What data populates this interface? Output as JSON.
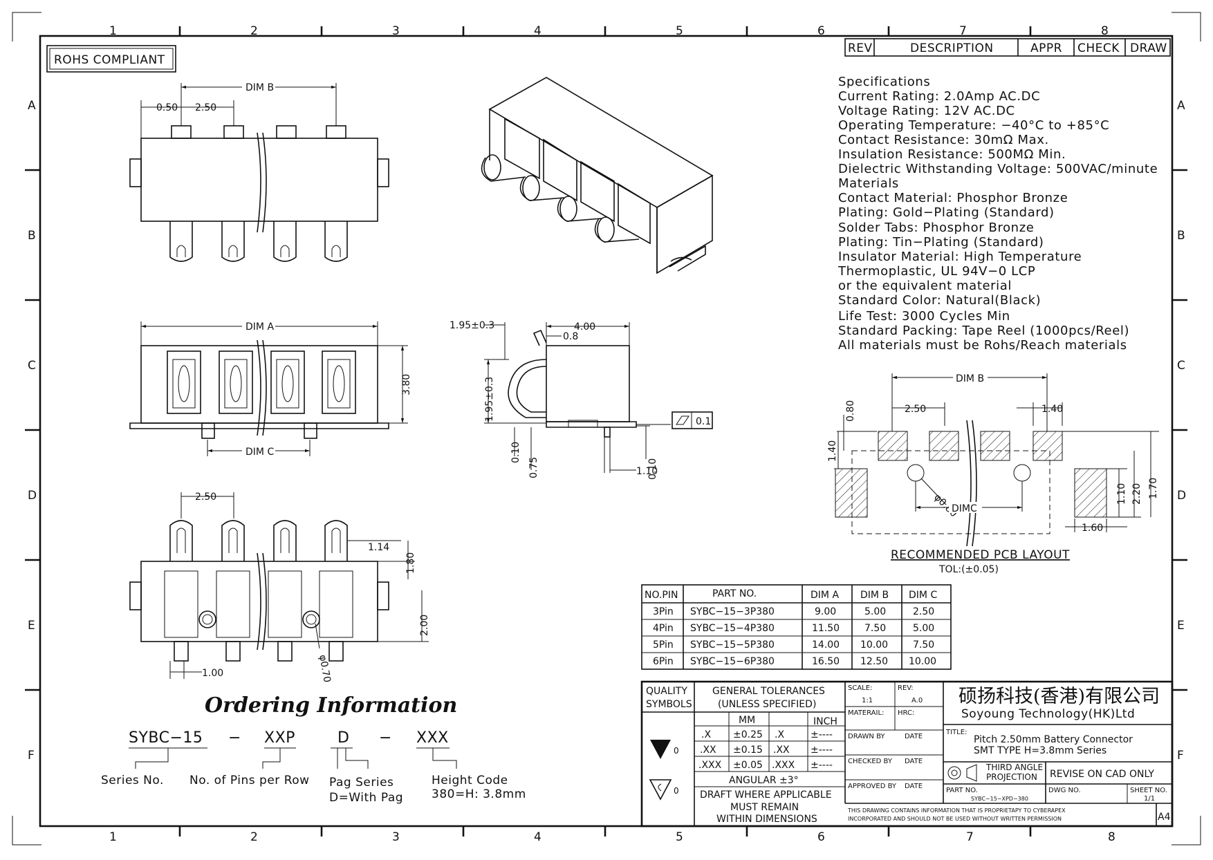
{
  "drawing": {
    "rohs_label": "ROHS COMPLIANT",
    "grid_columns": [
      "1",
      "2",
      "3",
      "4",
      "5",
      "6",
      "7",
      "8"
    ],
    "grid_rows": [
      "A",
      "B",
      "C",
      "D",
      "E",
      "F"
    ],
    "revision_table": {
      "headers": [
        "REV",
        "DESCRIPTION",
        "APPR",
        "CHECK",
        "DRAW"
      ]
    }
  },
  "specifications": {
    "lines": [
      "Specifications",
      "Current Rating: 2.0Amp AC.DC",
      "Voltage Rating: 12V AC.DC",
      "Operating Temperature: −40°C to +85°C",
      "Contact Resistance: 30mΩ Max.",
      "Insulation Resistance: 500MΩ Min.",
      "Dielectric Withstanding Voltage: 500VAC/minute",
      "Materials",
      "Contact Material: Phosphor Bronze",
      "Plating: Gold−Plating (Standard)",
      "Solder Tabs: Phosphor Bronze",
      "Plating: Tin−Plating (Standard)",
      "Insulator Material: High Temperature",
      "Thermoplastic, UL 94V−0 LCP",
      "or the equivalent material",
      "Standard Color: Natural(Black)",
      "Life Test: 3000 Cycles Min",
      "Standard Packing: Tape Reel (1000pcs/Reel)",
      "All materials must be Rohs/Reach materials"
    ]
  },
  "dimensions": {
    "top_view": {
      "dim_b": "DIM B",
      "d1": "0.50",
      "d2": "2.50"
    },
    "front_view": {
      "dim_a": "DIM A",
      "dim_c": "DIM C",
      "height": "3.80"
    },
    "side_view": {
      "d1": "1.95±0.3",
      "d2": "4.00",
      "d3": "0.8",
      "d4": "1.95±0.3",
      "d5": "0.10",
      "d6": "0.75",
      "d7": "0.10",
      "d8": "1.10",
      "flatness": "0.1"
    },
    "bottom_view": {
      "d1": "2.50",
      "d2": "1.14",
      "d3": "1.80",
      "d4": "2.00",
      "d5": "φ0.70",
      "d6": "1.00"
    },
    "pcb": {
      "dim_b": "DIM B",
      "d1": "2.50",
      "d2": "1.40",
      "d3": "0.80",
      "d4": "1.40",
      "d5": "φ0.80",
      "dim_c": "DIMC",
      "d6": "1.10",
      "d7": "2.20",
      "d8": "1.70",
      "d9": "1.60",
      "title": "RECOMMENDED PCB LAYOUT",
      "tolerance": "TOL:(±0.05)"
    }
  },
  "part_table": {
    "headers": [
      "NO.PIN",
      "PART NO.",
      "DIM A",
      "DIM B",
      "DIM C"
    ],
    "rows": [
      [
        "3Pin",
        "SYBC−15−3P380",
        "9.00",
        "5.00",
        "2.50"
      ],
      [
        "4Pin",
        "SYBC−15−4P380",
        "11.50",
        "7.50",
        "5.00"
      ],
      [
        "5Pin",
        "SYBC−15−5P380",
        "14.00",
        "10.00",
        "7.50"
      ],
      [
        "6Pin",
        "SYBC−15−6P380",
        "16.50",
        "12.50",
        "10.00"
      ]
    ]
  },
  "ordering": {
    "title": "Ordering Information",
    "codes": [
      "SYBC−15",
      "−",
      "XXP",
      "D",
      "−",
      "XXX"
    ],
    "labels": [
      "Series No.",
      "No. of Pins per Row",
      "Pag Series",
      "D=With Pag",
      "Height Code",
      "380=H: 3.8mm"
    ]
  },
  "title_block": {
    "quality": "QUALITY",
    "symbols": "SYMBOLS",
    "tol_title1": "GENERAL TOLERANCES",
    "tol_title2": "(UNLESS SPECIFIED)",
    "mm": "MM",
    "inch": "INCH",
    "tol_rows": [
      [
        ".X",
        "±0.25",
        ".X",
        "±----"
      ],
      [
        ".XX",
        "±0.15",
        ".XX",
        "±----"
      ],
      [
        ".XXX",
        "±0.05",
        ".XXX",
        "±----"
      ]
    ],
    "angular": "ANGULAR ±3°",
    "draft1": "DRAFT WHERE APPLICABLE",
    "draft2": "MUST REMAIN",
    "draft3": "WITHIN DIMENSIONS",
    "sym_sub": "0",
    "scale_label": "SCALE:",
    "scale": "1:1",
    "rev_label": "REV:",
    "rev": "A.0",
    "material_label": "MATERAIL:",
    "hrc_label": "HRC:",
    "drawn_by": "DRAWN BY",
    "checked_by": "CHECKED BY",
    "approved_by": "APPROVED BY",
    "date": "DATE",
    "company_cn": "硕扬科技(香港)有限公司",
    "company_en": "Soyoung Technology(HK)Ltd",
    "title_label": "TITLE:",
    "title1": "Pitch 2.50mm Battery Connector",
    "title2": "SMT TYPE H=3.8mm Series",
    "projection1": "THIRD ANGLE",
    "projection2": "PROJECTION",
    "revise": "REVISE ON CAD ONLY",
    "part_no_label": "PART NO.",
    "part_no": "SYBC−15−XPD−380",
    "dwg_no_label": "DWG NO.",
    "sheet_label": "SHEET NO.",
    "sheet": "1/1",
    "notice1": "THIS DRAWING CONTAINS INFORMATION THAT IS PROPRIETAPY TO CYBERAPEX",
    "notice2": "INCORPORATED AND SHOULD NOT BE USED WITHOUT WRITTEN PERMISSION",
    "size": "A4"
  }
}
